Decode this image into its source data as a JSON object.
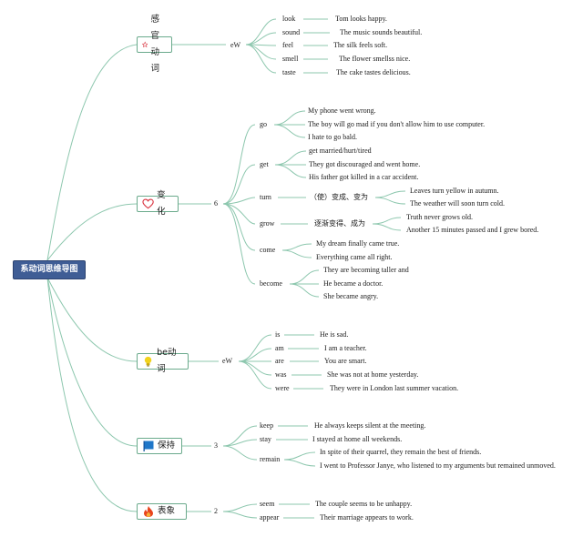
{
  "root": "系动词思维导图",
  "branches": {
    "sense": {
      "label": "感官动词",
      "icon": "star-outline-icon",
      "count": "eW",
      "items": [
        {
          "verb": "look",
          "example": "Tom looks happy."
        },
        {
          "verb": "sound",
          "example": "The music sounds beautiful."
        },
        {
          "verb": "feel",
          "example": "The silk feels soft."
        },
        {
          "verb": "smell",
          "example": "The flower smellss nice."
        },
        {
          "verb": "taste",
          "example": "The cake tastes delicious."
        }
      ]
    },
    "change": {
      "label": "变化",
      "icon": "heart-outline-icon",
      "count": "6",
      "go": {
        "verb": "go",
        "examples": [
          "My phone went wrong.",
          "The boy will go mad if you don't allow him to use computer.",
          "I hate to go bald."
        ]
      },
      "get": {
        "verb": "get",
        "examples": [
          "get married/hurt/tired",
          "They got discouraged and went home.",
          "His father got killed in a car accident."
        ]
      },
      "turn": {
        "verb": "turn",
        "note": "（使）变成、变为",
        "examples": [
          "Leaves turn yellow in autumn.",
          "The weather will soon turn cold."
        ]
      },
      "grow": {
        "verb": "grow",
        "note": "逐渐变得、成为",
        "examples": [
          "Truth never grows old.",
          "Another 15 minutes passed and I grew bored."
        ]
      },
      "come": {
        "verb": "come",
        "examples": [
          "My dream finally came true.",
          "Everything came all right."
        ]
      },
      "become": {
        "verb": "become",
        "examples": [
          "They are becoming taller and",
          "He became a doctor.",
          "She became angry."
        ]
      }
    },
    "be": {
      "label": "be动词",
      "icon": "lightbulb-icon",
      "count": "eW",
      "items": [
        {
          "verb": "is",
          "example": "He is sad."
        },
        {
          "verb": "am",
          "example": "I am a teacher."
        },
        {
          "verb": "are",
          "example": "You are smart."
        },
        {
          "verb": "was",
          "example": "She was not at home yesterday."
        },
        {
          "verb": "were",
          "example": "They were in London last summer vacation."
        }
      ]
    },
    "keep": {
      "label": "保持",
      "icon": "flag-icon",
      "count": "3",
      "keep": {
        "verb": "keep",
        "example": "He always keeps silent at the meeting."
      },
      "stay": {
        "verb": "stay",
        "example": "I stayed at home all weekends."
      },
      "remain": {
        "verb": "remain",
        "examples": [
          "In spite of their quarrel, they remain the best of friends.",
          "I went to Professor Janye, who listened to my arguments but remained unmoved."
        ]
      }
    },
    "seem": {
      "label": "表象",
      "icon": "fire-icon",
      "count": "2",
      "items": [
        {
          "verb": "seem",
          "example": "The couple seems to be unhappy."
        },
        {
          "verb": "appear",
          "example": "Their marriage appears to work."
        }
      ]
    }
  },
  "colors": {
    "wire": "#8dc7ae",
    "main_border": "#6aaa8c",
    "root_bg": "#3f5d95",
    "star": "#d9333f",
    "heart": "#d9333f",
    "bulb": "#f1d21c",
    "flag": "#1f77c9",
    "fire": "#e8451e"
  }
}
